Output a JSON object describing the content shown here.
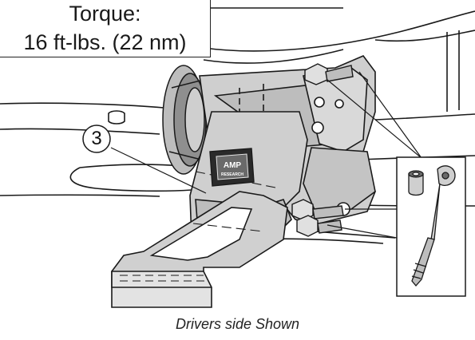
{
  "torque": {
    "label": "Torque:",
    "value": "16 ft-lbs. (22 nm)"
  },
  "callout": {
    "number": "3"
  },
  "plate": {
    "logo_top": "AMP",
    "logo_bottom": "RESEARCH"
  },
  "caption": "Drivers side Shown",
  "icons": [
    "torque-wrench-icon",
    "socket-icon"
  ],
  "colors": {
    "line": "#1a1a1a",
    "body_shade": "#cfcfcf",
    "dark_shade": "#9a9a9a",
    "background": "#ffffff"
  }
}
